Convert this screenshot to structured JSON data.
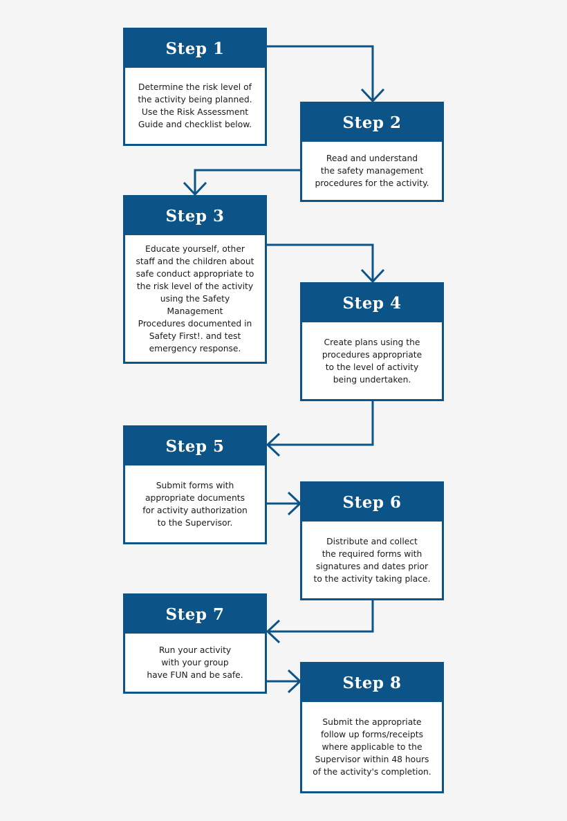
{
  "colors": {
    "accent": "#0c5388",
    "background": "#f5f5f5",
    "box_fill": "#ffffff"
  },
  "steps": [
    {
      "title": "Step 1",
      "text": "Determine the risk level of\nthe activity being planned.\nUse the Risk Assessment\nGuide and checklist below."
    },
    {
      "title": "Step 2",
      "text": "Read and understand\nthe safety management\nprocedures for the activity."
    },
    {
      "title": "Step 3",
      "text": "Educate yourself, other\nstaff and the children about\nsafe conduct appropriate to\nthe risk level of the activity\nusing the Safety Management\nProcedures documented in\nSafety First!. and test\nemergency response."
    },
    {
      "title": "Step 4",
      "text": "Create plans using the\nprocedures appropriate\nto the level of activity\nbeing undertaken."
    },
    {
      "title": "Step 5",
      "text": "Submit forms with\nappropriate documents\nfor activity authorization\nto the Supervisor."
    },
    {
      "title": "Step 6",
      "text": "Distribute and collect\nthe required forms with\nsignatures and dates prior\nto the activity taking place."
    },
    {
      "title": "Step 7",
      "text": "Run your activity\nwith your group\nhave FUN and be safe."
    },
    {
      "title": "Step 8",
      "text": "Submit the appropriate\nfollow up forms/receipts\nwhere applicable  to the\nSupervisor within 48 hours\nof the activity's completion."
    }
  ]
}
